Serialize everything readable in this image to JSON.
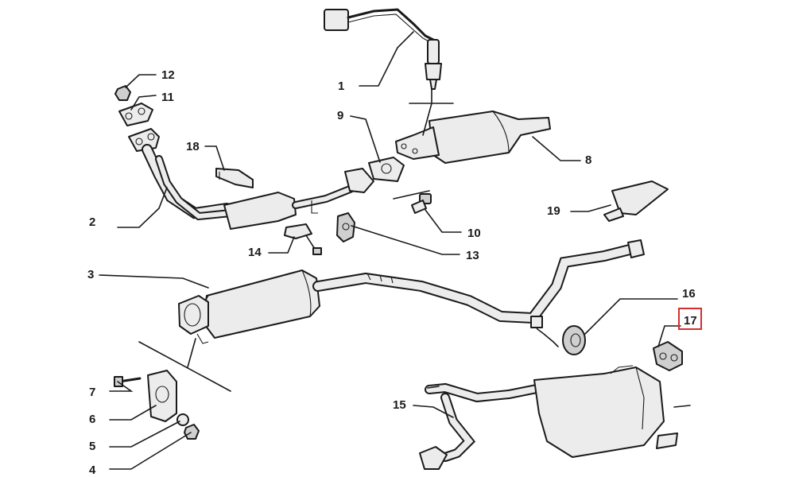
{
  "callouts": {
    "c1": "1",
    "c2": "2",
    "c3": "3",
    "c4": "4",
    "c5": "5",
    "c6": "6",
    "c7": "7",
    "c8": "8",
    "c9": "9",
    "c10": "10",
    "c11": "11",
    "c12": "12",
    "c13": "13",
    "c14": "14",
    "c15": "15",
    "c16": "16",
    "c17": "17",
    "c18": "18",
    "c19": "19"
  },
  "highlight": {
    "callout": "17",
    "color": "#d32f2f"
  }
}
